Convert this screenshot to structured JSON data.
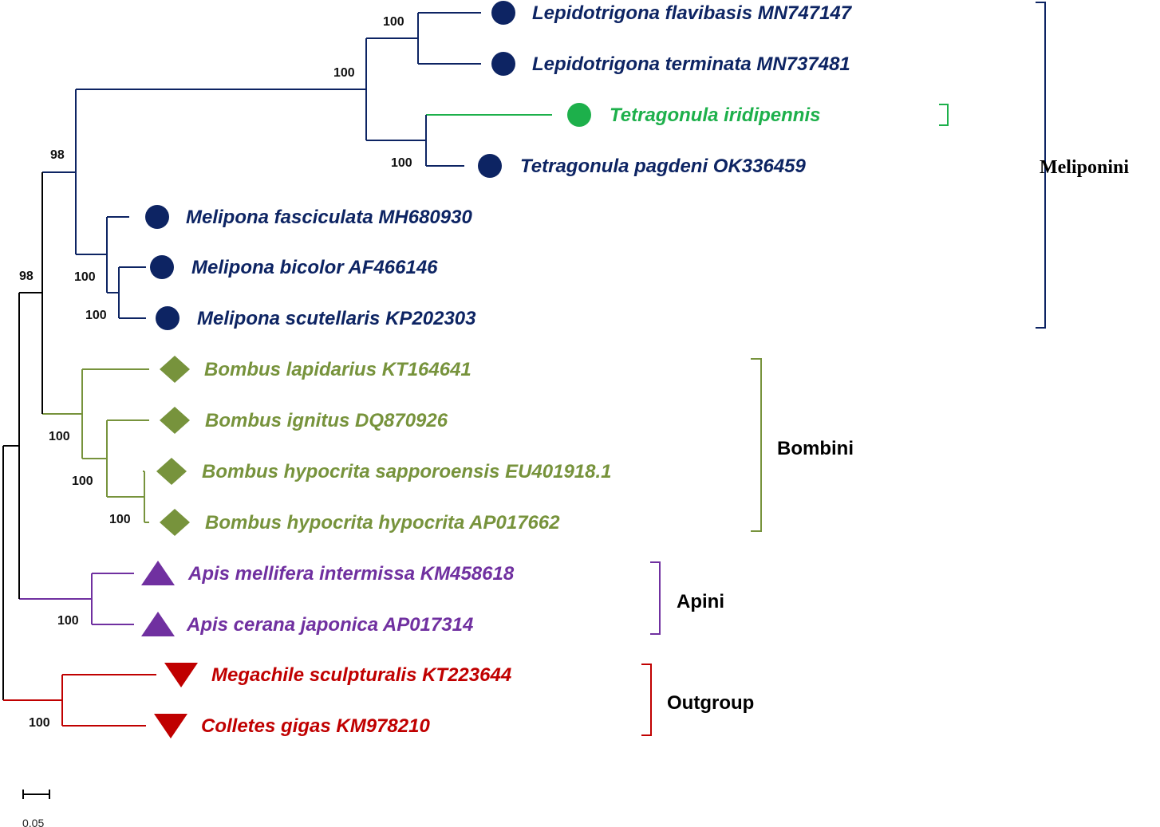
{
  "colors": {
    "meliponini": "#0d2463",
    "tetragonula_iridipennis": "#1db04b",
    "bombini": "#77933c",
    "apini": "#7030a0",
    "outgroup": "#c00000",
    "root": "#000000"
  },
  "taxa": [
    {
      "label": "Lepidotrigona flavibasis MN747147",
      "marker": "circle",
      "color": "#0d2463"
    },
    {
      "label": "Lepidotrigona terminata MN737481",
      "marker": "circle",
      "color": "#0d2463"
    },
    {
      "label": "Tetragonula iridipennis",
      "marker": "circle",
      "color": "#1db04b"
    },
    {
      "label": "Tetragonula pagdeni OK336459",
      "marker": "circle",
      "color": "#0d2463"
    },
    {
      "label": "Melipona fasciculata MH680930",
      "marker": "circle",
      "color": "#0d2463"
    },
    {
      "label": "Melipona bicolor AF466146",
      "marker": "circle",
      "color": "#0d2463"
    },
    {
      "label": "Melipona scutellaris KP202303",
      "marker": "circle",
      "color": "#0d2463"
    },
    {
      "label": "Bombus lapidarius KT164641",
      "marker": "diamond",
      "color": "#77933c"
    },
    {
      "label": "Bombus ignitus DQ870926",
      "marker": "diamond",
      "color": "#77933c"
    },
    {
      "label": "Bombus hypocrita sapporoensis EU401918.1",
      "marker": "diamond",
      "color": "#77933c"
    },
    {
      "label": "Bombus hypocrita hypocrita AP017662",
      "marker": "diamond",
      "color": "#77933c"
    },
    {
      "label": "Apis mellifera intermissa KM458618",
      "marker": "triangle-up",
      "color": "#7030a0"
    },
    {
      "label": "Apis cerana japonica AP017314",
      "marker": "triangle-up",
      "color": "#7030a0"
    },
    {
      "label": "Megachile sculpturalis KT223644",
      "marker": "triangle-down",
      "color": "#c00000"
    },
    {
      "label": "Colletes gigas KM978210",
      "marker": "triangle-down",
      "color": "#c00000"
    }
  ],
  "bootstrap": [
    "100",
    "100",
    "100",
    "98",
    "100",
    "100",
    "98",
    "100",
    "100",
    "100",
    "100",
    "100"
  ],
  "clades": {
    "meliponini": "Meliponini",
    "bombini": "Bombini",
    "apini": "Apini",
    "outgroup": "Outgroup"
  },
  "scale_bar": {
    "label": "0.05"
  }
}
